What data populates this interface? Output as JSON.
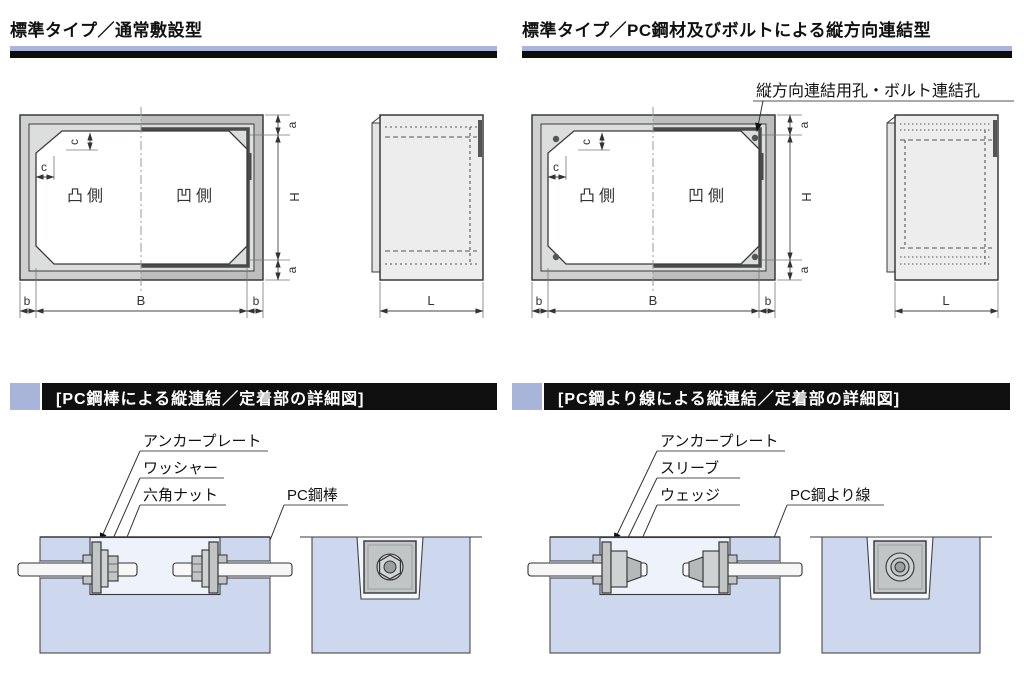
{
  "colors": {
    "accent_blue": "#a9b4da",
    "band_black": "#0f0f0f",
    "concrete_blue": "#cdd7ee",
    "metal_gray": "#c2c5c5",
    "frame_gray": "#c9cbcb",
    "line_dark": "#3a3a3a"
  },
  "top_left": {
    "title": "標準タイプ／通常敷設型"
  },
  "top_right": {
    "title": "標準タイプ／PC鋼材及びボルトによる縦方向連結型",
    "hole_annotation": "縦方向連結用孔・ボルト連結孔"
  },
  "plan": {
    "convex_label": "凸側",
    "concave_label": "凹側"
  },
  "dims": {
    "a": "a",
    "b": "b",
    "c": "c",
    "H": "H",
    "B": "B",
    "L": "L"
  },
  "detail_left": {
    "header": "[PC鋼棒による縦連結／定着部の詳細図]",
    "labels": {
      "anchor_plate": "アンカープレート",
      "washer": "ワッシャー",
      "hex_nut": "六角ナット",
      "pc_rod": "PC鋼棒"
    }
  },
  "detail_right": {
    "header": "[PC鋼より線による縦連結／定着部の詳細図]",
    "labels": {
      "anchor_plate": "アンカープレート",
      "sleeve": "スリーブ",
      "wedge": "ウェッジ",
      "pc_strand": "PC鋼より線"
    }
  }
}
